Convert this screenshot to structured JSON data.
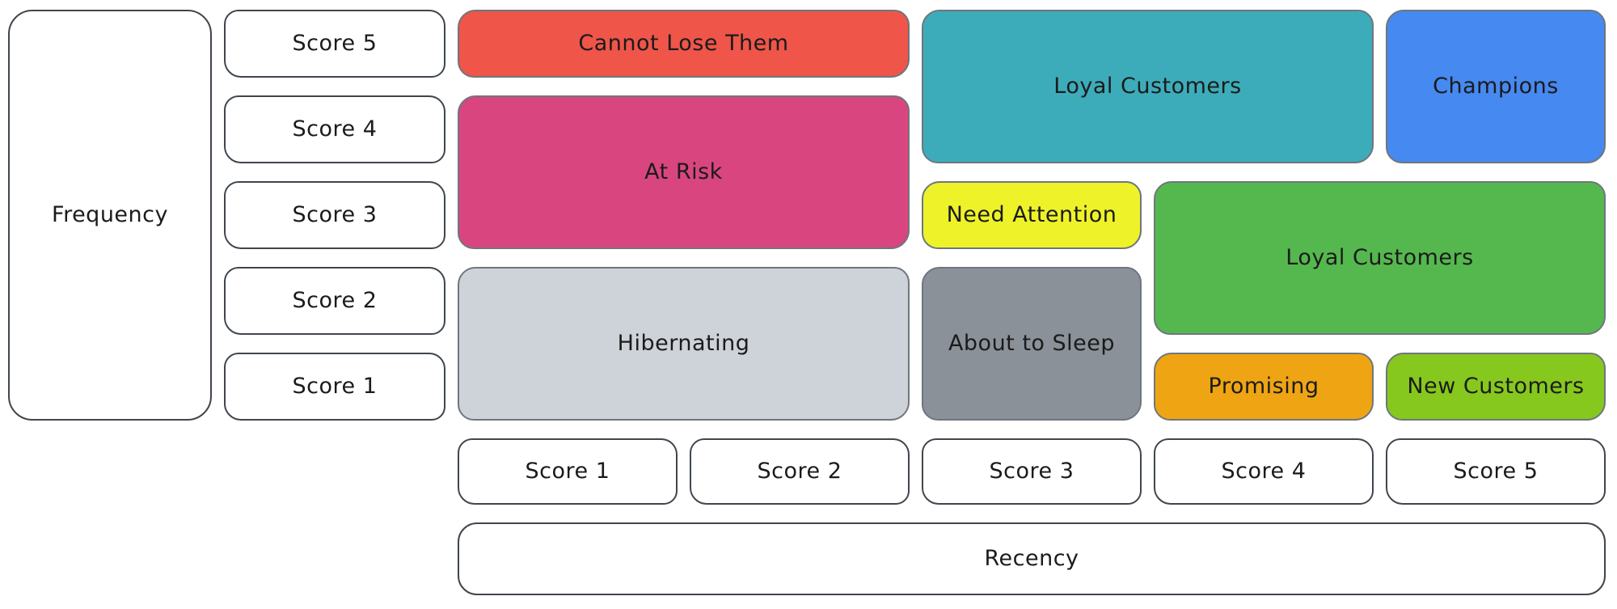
{
  "diagram": {
    "y_axis": {
      "label": "Frequency",
      "scores": [
        "Score 5",
        "Score 4",
        "Score 3",
        "Score 2",
        "Score 1"
      ]
    },
    "x_axis": {
      "label": "Recency",
      "scores": [
        "Score 1",
        "Score 2",
        "Score 3",
        "Score 4",
        "Score 5"
      ]
    },
    "segments": {
      "cannot_lose_them": {
        "label": "Cannot Lose Them",
        "color": "#ef5549"
      },
      "at_risk": {
        "label": "At Risk",
        "color": "#d9467f"
      },
      "hibernating": {
        "label": "Hibernating",
        "color": "#ced3da"
      },
      "loyal_customers_top": {
        "label": "Loyal Customers",
        "color": "#3dacba"
      },
      "champions": {
        "label": "Champions",
        "color": "#4689f0"
      },
      "need_attention": {
        "label": "Need Attention",
        "color": "#eef229"
      },
      "loyal_customers_right": {
        "label": "Loyal Customers",
        "color": "#55b84e"
      },
      "about_to_sleep": {
        "label": "About to Sleep",
        "color": "#8a9199"
      },
      "promising": {
        "label": "Promising",
        "color": "#efa513"
      },
      "new_customers": {
        "label": "New Customers",
        "color": "#86c81e"
      }
    }
  }
}
